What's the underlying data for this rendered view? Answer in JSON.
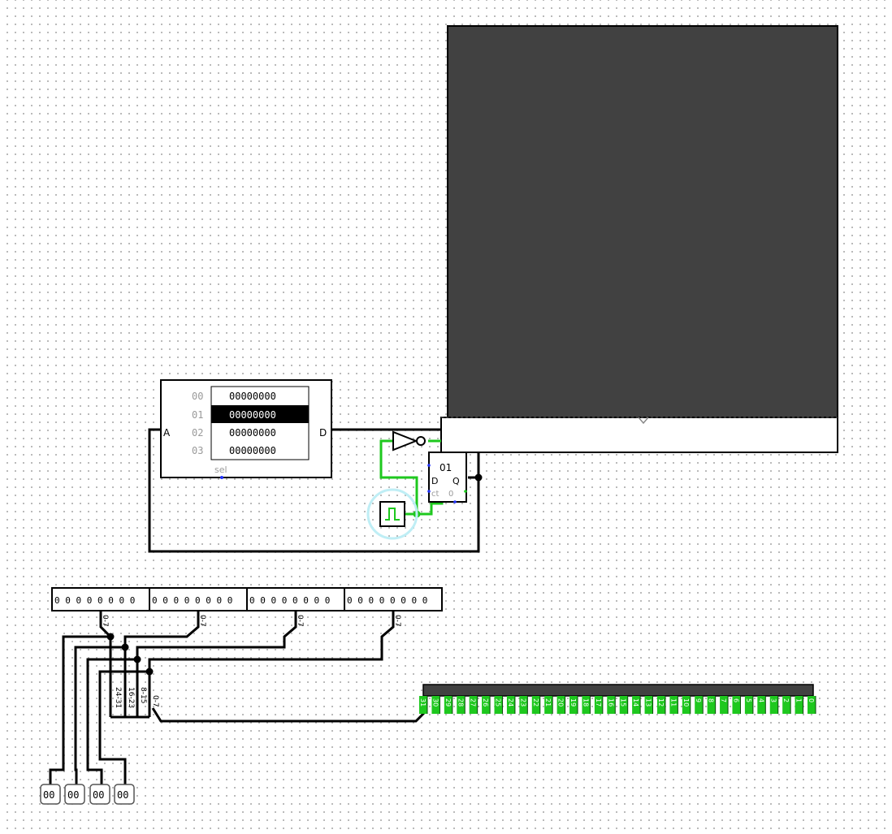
{
  "rom": {
    "addresses": [
      "00",
      "01",
      "02",
      "03"
    ],
    "values": [
      "00000000",
      "00000000",
      "00000000",
      "00000000"
    ],
    "selected_row": 1,
    "port_a": "A",
    "port_d": "D",
    "sel_label": "sel"
  },
  "register": {
    "value": "01",
    "port_d": "D",
    "port_q": "Q",
    "port_clk": "ct",
    "port_zero": "0"
  },
  "screen": {
    "background": "#414141"
  },
  "hex_displays": [
    "0 0 0 0 0 0 0 0",
    "0 0 0 0 0 0 0 0",
    "0 0 0 0 0 0 0 0",
    "0 0 0 0 0 0 0 0"
  ],
  "splitter_top_labels": [
    "0-7",
    "0-7",
    "0-7",
    "0-7"
  ],
  "splitter_left_labels": [
    "24-31",
    "16-23",
    "8-15",
    "0-7"
  ],
  "bit_labels": [
    "31",
    "30",
    "29",
    "28",
    "27",
    "26",
    "25",
    "24",
    "23",
    "22",
    "21",
    "20",
    "19",
    "18",
    "17",
    "16",
    "15",
    "14",
    "13",
    "12",
    "11",
    "10",
    "9",
    "8",
    "7",
    "6",
    "5",
    "4",
    "3",
    "2",
    "1",
    "0"
  ],
  "inputs": [
    "00",
    "00",
    "00",
    "00"
  ],
  "colors": {
    "wire": "#000000",
    "active_wire": "#1ec81e",
    "clock_halo": "#bfeef5"
  }
}
